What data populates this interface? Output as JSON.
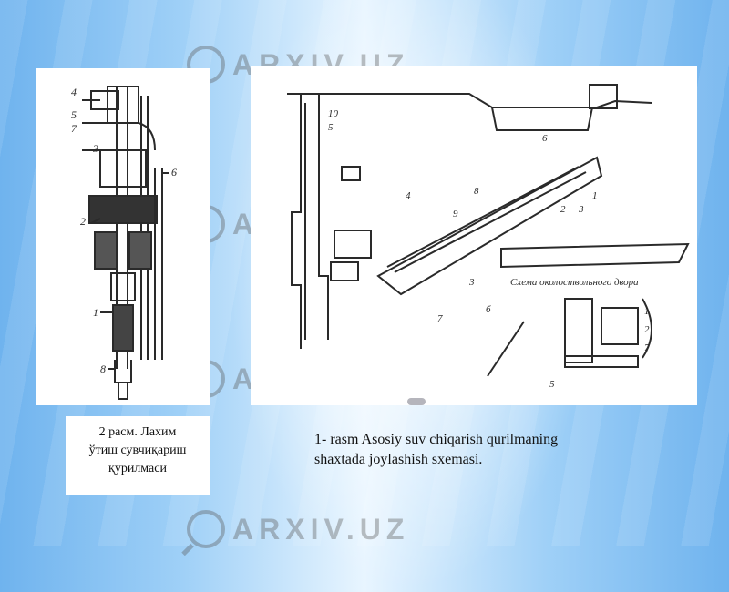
{
  "watermark": {
    "text": "ARXIV.UZ",
    "icon": "magnifier-icon"
  },
  "left_figure": {
    "caption": [
      "2 расм. Лахим",
      "ўтиш сувчиқариш",
      "қурилмаси"
    ],
    "labels": [
      "4",
      "5",
      "7",
      "3",
      "6",
      "2",
      "1",
      "8"
    ]
  },
  "right_figure": {
    "caption": [
      "1- rasm  Asosiy suv chiqarish qurilmaning",
      "shaxtada joylashish sxemasi."
    ],
    "schema_text": "Схема околоствольного двора",
    "labels": [
      "10",
      "5",
      "4",
      "8",
      "1",
      "9",
      "2",
      "3",
      "3",
      "7",
      "б",
      "6",
      "1",
      "2",
      "7",
      "5"
    ]
  },
  "colors": {
    "background": "#9fd0f7",
    "panel": "#ffffff",
    "ink": "#2a2a2a"
  }
}
